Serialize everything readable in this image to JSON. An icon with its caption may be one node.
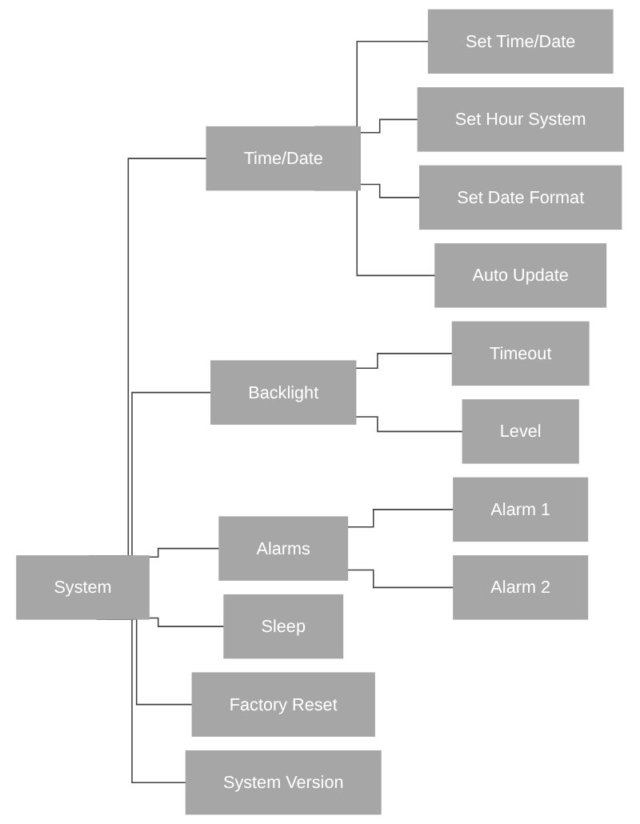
{
  "diagram": {
    "nodes": [
      {
        "text": [
          "System"
        ]
      },
      {
        "text": [
          "Time/Date"
        ]
      },
      {
        "text": [
          "Set Time/Date"
        ]
      },
      {
        "text": [
          "Set Hour System"
        ]
      },
      {
        "text": [
          "Set Date Format"
        ]
      },
      {
        "text": [
          "Auto Update"
        ]
      },
      {
        "text": [
          "Backlight"
        ]
      },
      {
        "text": [
          "Timeout"
        ]
      },
      {
        "text": [
          "Level"
        ]
      },
      {
        "text": [
          "Alarms"
        ]
      },
      {
        "text": [
          "Alarm 1"
        ]
      },
      {
        "text": [
          "Alarm 2"
        ]
      },
      {
        "text": [
          "Sleep"
        ]
      },
      {
        "text": [
          "Factory Reset"
        ]
      },
      {
        "text": [
          "System Version"
        ]
      }
    ],
    "edges": [
      {
        "from": 0,
        "to": 1,
        "arrow": "none"
      },
      {
        "from": 1,
        "to": 2,
        "arrow": "none"
      },
      {
        "from": 1,
        "to": 3,
        "arrow": "none"
      },
      {
        "from": 1,
        "to": 4,
        "arrow": "none"
      },
      {
        "from": 1,
        "to": 5,
        "arrow": "none"
      },
      {
        "from": 0,
        "to": 6,
        "arrow": "none"
      },
      {
        "from": 6,
        "to": 7,
        "arrow": "none"
      },
      {
        "from": 6,
        "to": 8,
        "arrow": "none"
      },
      {
        "from": 0,
        "to": 9,
        "arrow": "none"
      },
      {
        "from": 9,
        "to": 10,
        "arrow": "none"
      },
      {
        "from": 9,
        "to": 11,
        "arrow": "none"
      },
      {
        "from": 0,
        "to": 12,
        "arrow": "none"
      },
      {
        "from": 0,
        "to": 13,
        "arrow": "none"
      },
      {
        "from": 0,
        "to": 14,
        "arrow": "none"
      }
    ]
  }
}
